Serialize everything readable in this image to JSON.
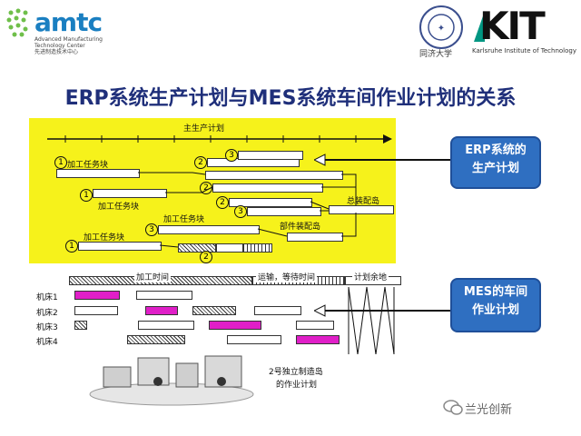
{
  "header": {
    "amtc_logo": "amtc",
    "amtc_subtitle_1": "Advanced Manufacturing",
    "amtc_subtitle_2": "Technology Center",
    "amtc_subtitle_3": "先进制造技术中心",
    "tongji_name": "同济大学",
    "kit_logo": "KIT",
    "kit_subtitle": "Karlsruhe Institute of Technology"
  },
  "title": "ERP系统生产计划与MES系统车间作业计划的关系",
  "diagram": {
    "master_plan_label": "主生产计划",
    "task_label": "加工任务块",
    "final_assembly_label": "总装配岛",
    "sub_assembly_label": "部件装配岛",
    "numbers": [
      "1",
      "2",
      "3"
    ],
    "timeline_labels": [
      "加工时间",
      "运输，等待时间",
      "计划余地"
    ],
    "machines": [
      "机床1",
      "机床2",
      "机床3",
      "机床4"
    ],
    "island_caption_1": "2号独立制造岛",
    "island_caption_2": "的作业计划"
  },
  "callouts": {
    "erp": "ERP系统的\n生产计划",
    "mes": "MES的车间\n作业计划"
  },
  "footer": {
    "brand": "兰光创新"
  },
  "colors": {
    "yellow": "#f6f21b",
    "callout_blue": "#2f6fc1",
    "magenta": "#e01fc8",
    "title_blue": "#1f2f7a"
  }
}
